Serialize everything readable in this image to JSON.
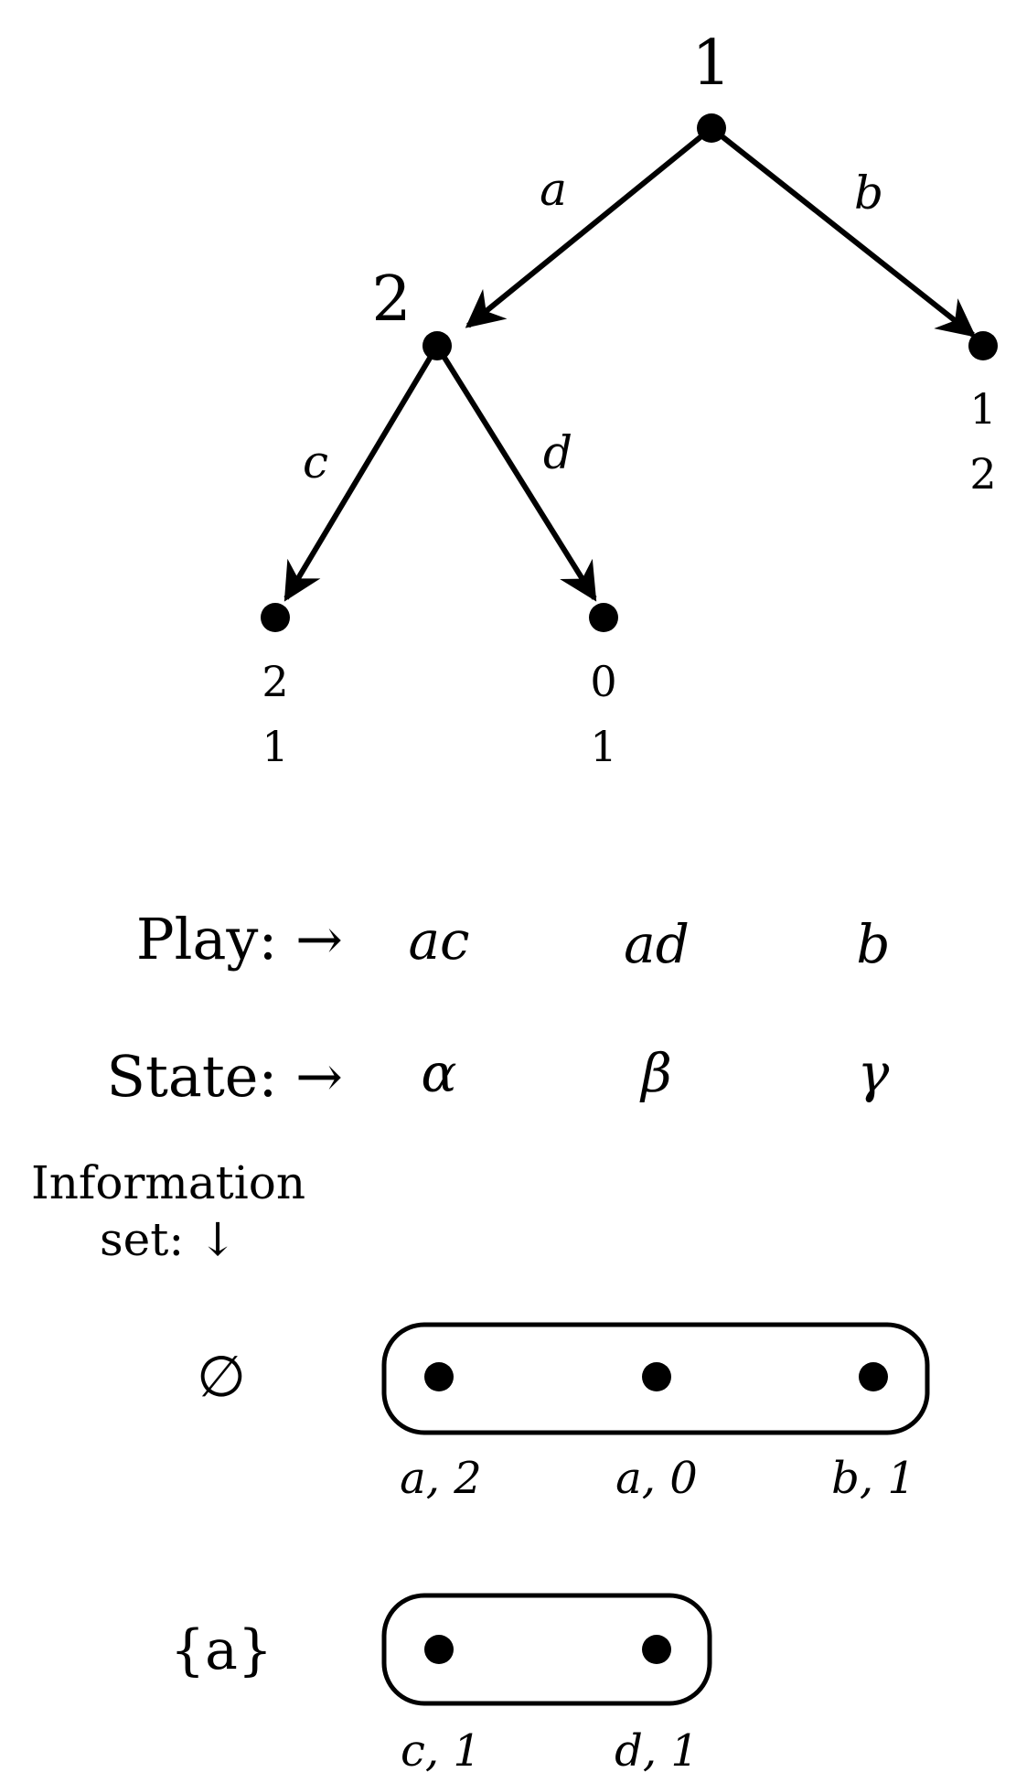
{
  "tree": {
    "root_player": "1",
    "inner_player": "2",
    "edge_labels": {
      "a": "a",
      "b": "b",
      "c": "c",
      "d": "d"
    },
    "payoffs": {
      "b": [
        "1",
        "2"
      ],
      "c": [
        "2",
        "1"
      ],
      "d": [
        "0",
        "1"
      ]
    }
  },
  "rows": {
    "play": {
      "label": "Play: →",
      "items": [
        "ac",
        "ad",
        "b"
      ]
    },
    "state": {
      "label": "State: →",
      "items": [
        "α",
        "β",
        "γ"
      ]
    },
    "info_header": {
      "line1": "Information",
      "line2": "set: ↓"
    }
  },
  "info_sets": [
    {
      "label": "∅",
      "nodes": [
        "a, 2",
        "a, 0",
        "b, 1"
      ]
    },
    {
      "label": "{a}",
      "nodes": [
        "c, 1",
        "d, 1"
      ]
    }
  ]
}
